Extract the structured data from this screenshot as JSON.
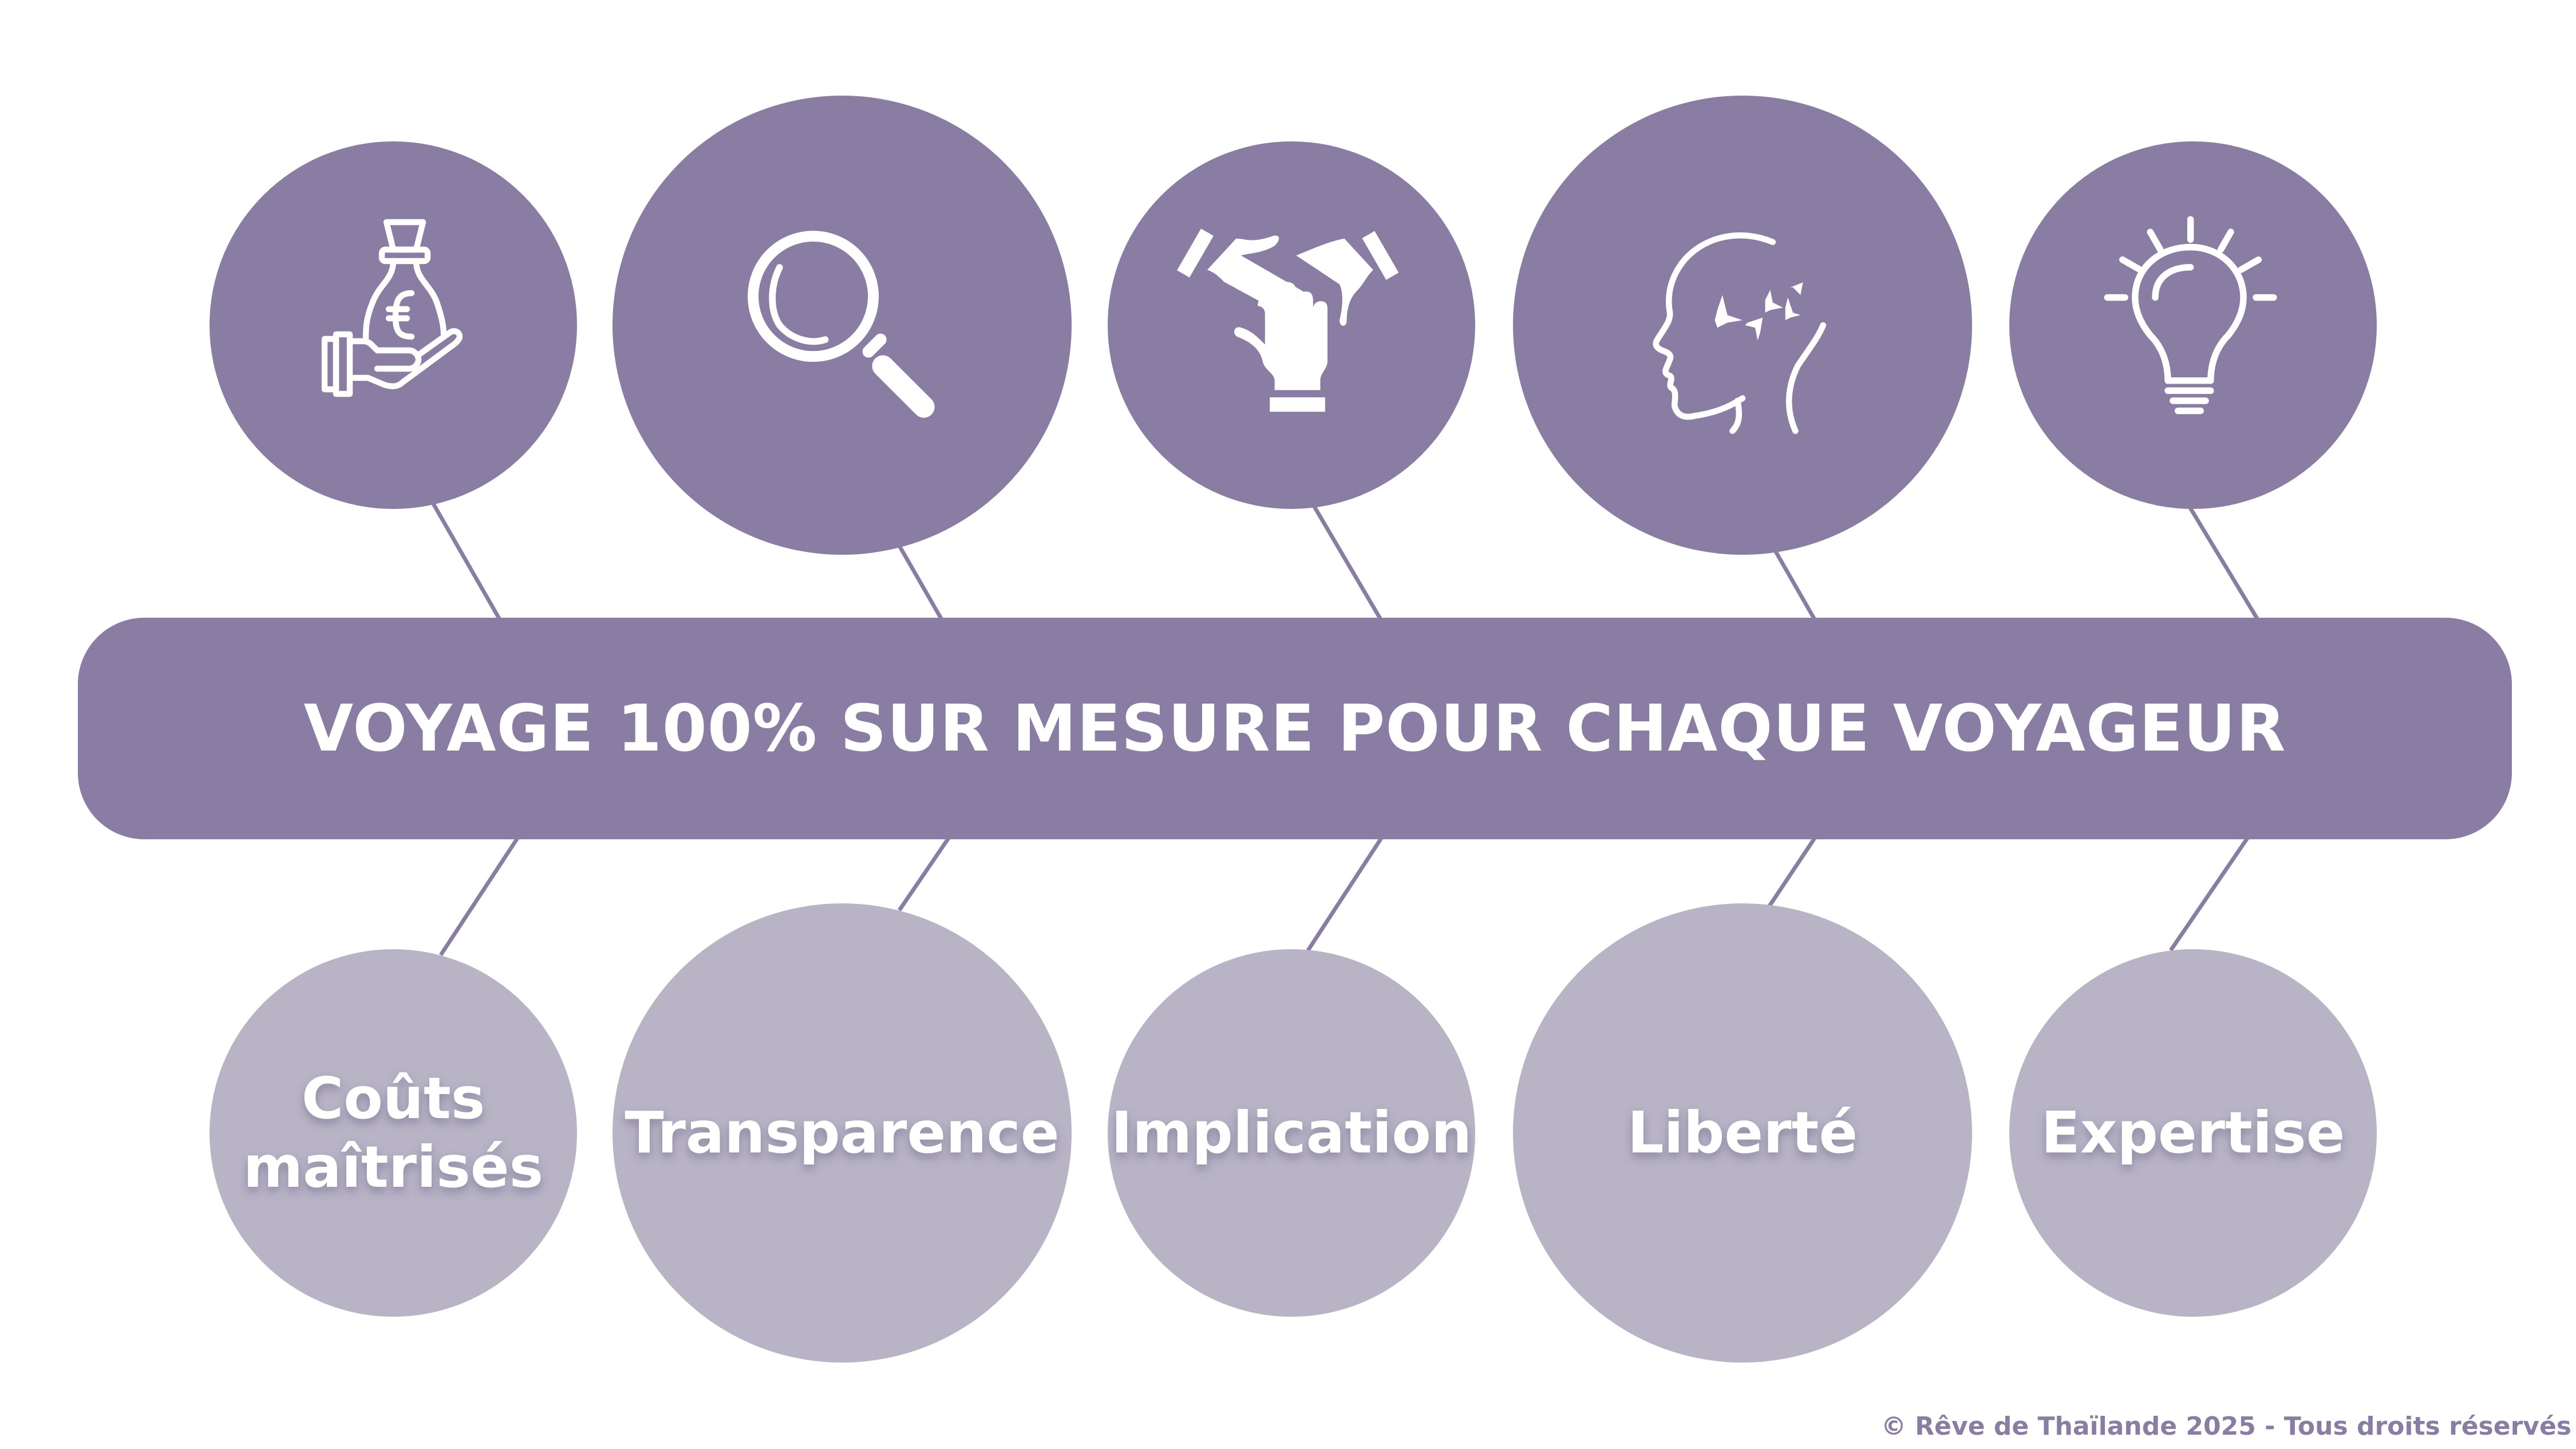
{
  "colors": {
    "primary": "#8a7da4",
    "secondary": "#b8b4c6",
    "text_on_shape": "#ffffff",
    "background": "#ffffff"
  },
  "banner": {
    "title": "VOYAGE 100% SUR MESURE POUR CHAQUE VOYAGEUR"
  },
  "pillars": [
    {
      "icon": "money-bag-hand-icon",
      "label_line1": "Coûts",
      "label_line2": "maîtrisés"
    },
    {
      "icon": "magnifying-glass-icon",
      "label": "Transparence"
    },
    {
      "icon": "stacked-hands-icon",
      "label": "Implication"
    },
    {
      "icon": "head-birds-icon",
      "label": "Liberté"
    },
    {
      "icon": "lightbulb-icon",
      "label": "Expertise"
    }
  ],
  "footer": {
    "copyright": "© Rêve de Thaïlande 2025 - Tous droits réservés"
  }
}
